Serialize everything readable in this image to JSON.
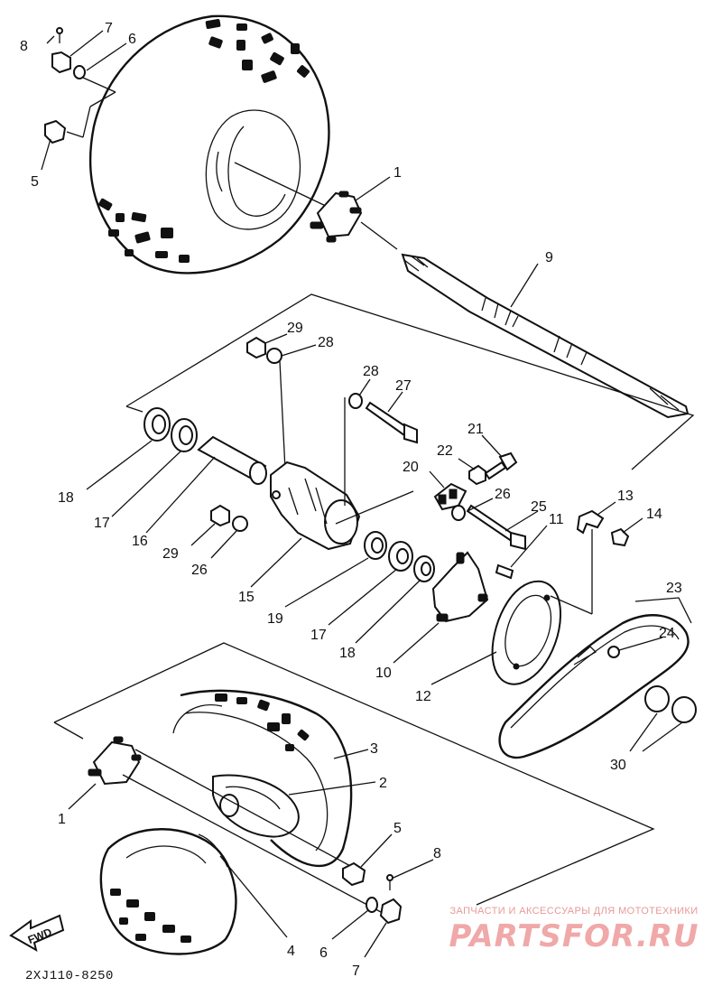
{
  "diagram_code": "2XJ110-8250",
  "fwd_arrow_label": "FWD",
  "watermark": {
    "tagline": "ЗАПЧАСТИ И АКСЕССУАРЫ ДЛЯ МОТОТЕХНИКИ",
    "logo_text": "PARTSFOR.RU"
  },
  "callouts": [
    {
      "id": "c8a",
      "label": "8"
    },
    {
      "id": "c7a",
      "label": "7"
    },
    {
      "id": "c6a",
      "label": "6"
    },
    {
      "id": "c5a",
      "label": "5"
    },
    {
      "id": "c1a",
      "label": "1"
    },
    {
      "id": "c9",
      "label": "9"
    },
    {
      "id": "c29a",
      "label": "29"
    },
    {
      "id": "c28a",
      "label": "28"
    },
    {
      "id": "c28b",
      "label": "28"
    },
    {
      "id": "c27",
      "label": "27"
    },
    {
      "id": "c21",
      "label": "21"
    },
    {
      "id": "c22",
      "label": "22"
    },
    {
      "id": "c20",
      "label": "20"
    },
    {
      "id": "c26a",
      "label": "26"
    },
    {
      "id": "c25",
      "label": "25"
    },
    {
      "id": "c13",
      "label": "13"
    },
    {
      "id": "c11",
      "label": "11"
    },
    {
      "id": "c14",
      "label": "14"
    },
    {
      "id": "c18a",
      "label": "18"
    },
    {
      "id": "c17a",
      "label": "17"
    },
    {
      "id": "c16",
      "label": "16"
    },
    {
      "id": "c29b",
      "label": "29"
    },
    {
      "id": "c26b",
      "label": "26"
    },
    {
      "id": "c15",
      "label": "15"
    },
    {
      "id": "c19",
      "label": "19"
    },
    {
      "id": "c17b",
      "label": "17"
    },
    {
      "id": "c18b",
      "label": "18"
    },
    {
      "id": "c10",
      "label": "10"
    },
    {
      "id": "c12",
      "label": "12"
    },
    {
      "id": "c23",
      "label": "23"
    },
    {
      "id": "c24",
      "label": "24"
    },
    {
      "id": "c30",
      "label": "30"
    },
    {
      "id": "c3",
      "label": "3"
    },
    {
      "id": "c2",
      "label": "2"
    },
    {
      "id": "c1b",
      "label": "1"
    },
    {
      "id": "c5b",
      "label": "5"
    },
    {
      "id": "c8b",
      "label": "8"
    },
    {
      "id": "c4",
      "label": "4"
    },
    {
      "id": "c6b",
      "label": "6"
    },
    {
      "id": "c7b",
      "label": "7"
    }
  ]
}
